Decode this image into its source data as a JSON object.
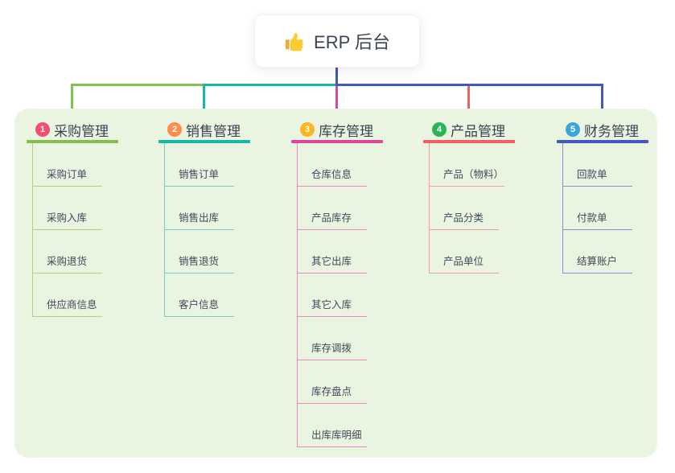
{
  "root": {
    "label": "ERP 后台",
    "icon": "thumbs-up",
    "line_color": "#4156C2"
  },
  "panel": {
    "bg": "#E9F5E1"
  },
  "text_color": "#3C4656",
  "branches": [
    {
      "badge": "1",
      "title": "采购管理",
      "badge_color": "#F2506E",
      "line_color": "#7FC14B",
      "line_light": "#A9D57E",
      "items": [
        "采购订单",
        "采购入库",
        "采购退货",
        "供应商信息"
      ]
    },
    {
      "badge": "2",
      "title": "销售管理",
      "badge_color": "#FF8C4D",
      "line_color": "#17B9A3",
      "line_light": "#6FCFC1",
      "items": [
        "销售订单",
        "销售出库",
        "销售退货",
        "客户信息"
      ]
    },
    {
      "badge": "3",
      "title": "库存管理",
      "badge_color": "#FCB622",
      "line_color": "#DE459B",
      "line_light": "#EC8AC4",
      "items": [
        "仓库信息",
        "产品库存",
        "其它出库",
        "其它入库",
        "库存调拨",
        "库存盘点",
        "出库库明细"
      ]
    },
    {
      "badge": "4",
      "title": "产品管理",
      "badge_color": "#2BB456",
      "line_color": "#F25F62",
      "line_light": "#F79B9D",
      "items": [
        "产品（物料）",
        "产品分类",
        "产品单位"
      ]
    },
    {
      "badge": "5",
      "title": "财务管理",
      "badge_color": "#38A7DB",
      "line_color": "#4159C3",
      "line_light": "#8391D8",
      "items": [
        "回款单",
        "付款单",
        "结算账户"
      ]
    }
  ]
}
